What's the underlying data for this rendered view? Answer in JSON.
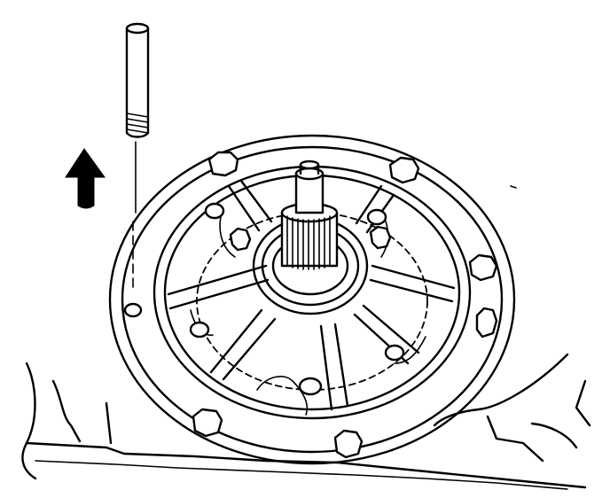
{
  "figure": {
    "background": "#ffffff",
    "ink_color": "#000000",
    "parts": [
      "guide-pin",
      "removal-direction-arrow",
      "pump-housing",
      "pump-bolt",
      "stator-shaft",
      "case"
    ],
    "arrow_direction": "up",
    "bolt_count": 8
  }
}
